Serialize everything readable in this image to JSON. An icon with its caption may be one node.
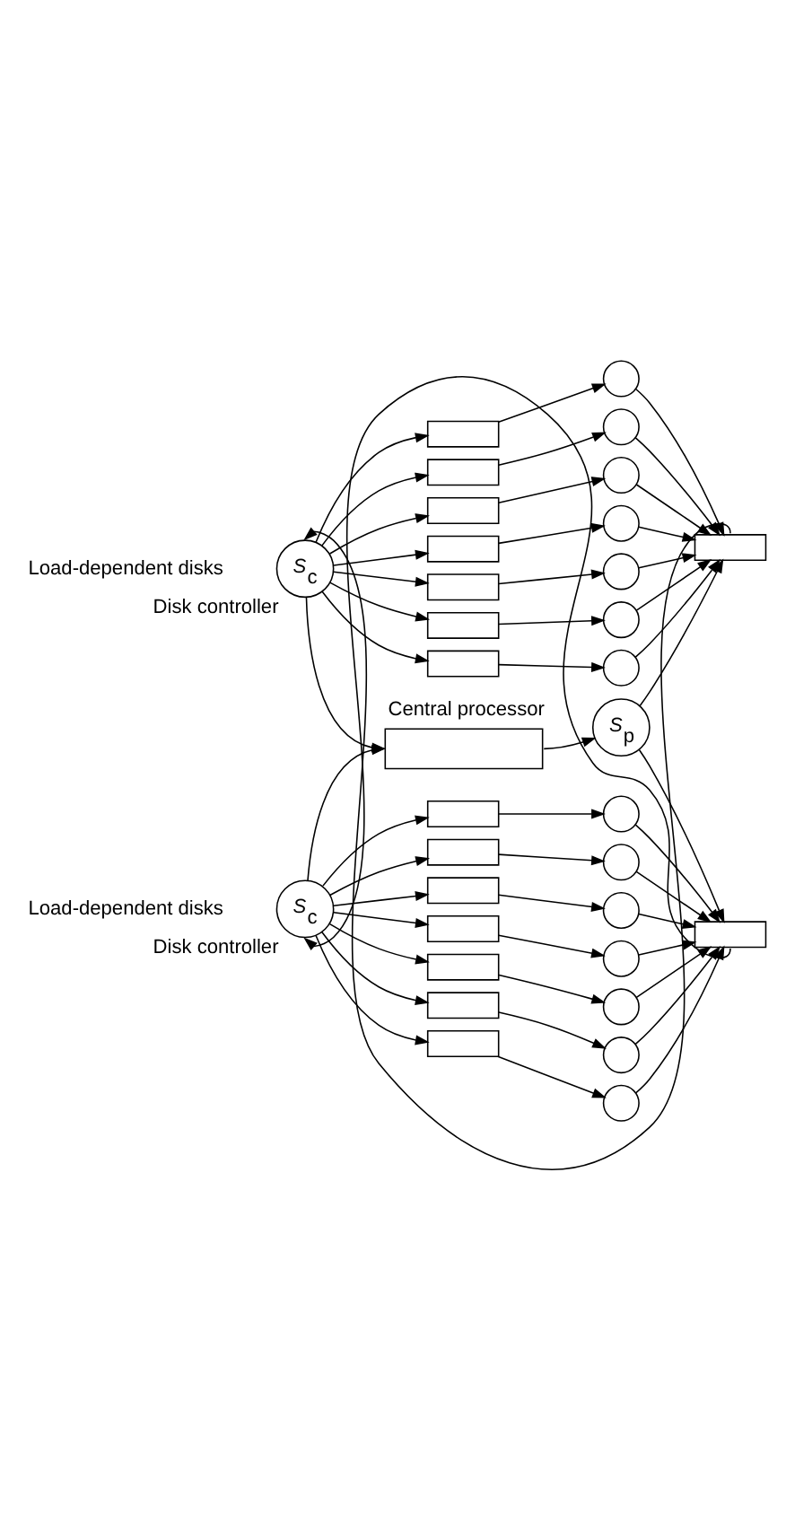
{
  "diagram": {
    "nodes": [
      {
        "text": [],
        "shape": "box"
      },
      {
        "text": [],
        "shape": "circle"
      },
      {
        "text": [],
        "shape": "box"
      },
      {
        "text": [],
        "shape": "circle"
      },
      {
        "text": [],
        "shape": "box"
      },
      {
        "text": [],
        "shape": "circle"
      },
      {
        "text": [],
        "shape": "box"
      },
      {
        "text": [],
        "shape": "circle"
      },
      {
        "text": [],
        "shape": "box"
      },
      {
        "text": [],
        "shape": "circle"
      },
      {
        "text": [],
        "shape": "box"
      },
      {
        "text": [],
        "shape": "circle"
      },
      {
        "text": [],
        "shape": "box"
      },
      {
        "text": [],
        "shape": "circle"
      },
      {
        "text": [
          "*S*$_{c}$"
        ],
        "beside": [
          "Disk controller"
        ]
      },
      {
        "text": [],
        "shape": "box"
      },
      {
        "text": [],
        "shape": "box",
        "beside": [
          "Central processor"
        ]
      },
      {
        "text": [
          "*S*$_{p}$"
        ]
      },
      {
        "text": [
          "*S*$_{c}$"
        ],
        "beside": [
          "Disk controller"
        ]
      },
      {
        "text": [],
        "shape": "box"
      },
      {
        "text": [],
        "shape": "box"
      },
      {
        "text": [],
        "shape": "circle"
      },
      {
        "text": [],
        "shape": "box"
      },
      {
        "text": [],
        "shape": "circle"
      },
      {
        "text": [],
        "shape": "box"
      },
      {
        "text": [],
        "shape": "circle"
      },
      {
        "text": [],
        "shape": "box"
      },
      {
        "text": [],
        "shape": "circle"
      },
      {
        "text": [],
        "shape": "box"
      },
      {
        "text": [],
        "shape": "circle"
      },
      {
        "text": [],
        "shape": "box"
      },
      {
        "text": [],
        "shape": "circle"
      },
      {
        "text": [],
        "shape": "box"
      },
      {
        "text": [],
        "shape": "circle"
      }
    ],
    "edges": [
      {
        "from": 14,
        "to": 0,
        "arrow": "to"
      },
      {
        "from": 14,
        "to": 2,
        "arrow": "to"
      },
      {
        "from": 14,
        "to": 4,
        "arrow": "to"
      },
      {
        "from": 14,
        "to": 6,
        "arrow": "to"
      },
      {
        "from": 14,
        "to": 8,
        "arrow": "to"
      },
      {
        "from": 14,
        "to": 10,
        "arrow": "to"
      },
      {
        "from": 14,
        "to": 12,
        "arrow": "to"
      },
      {
        "from": 0,
        "to": 1,
        "arrow": "to"
      },
      {
        "from": 2,
        "to": 3,
        "arrow": "to"
      },
      {
        "from": 4,
        "to": 5,
        "arrow": "to"
      },
      {
        "from": 6,
        "to": 7,
        "arrow": "to"
      },
      {
        "from": 8,
        "to": 9,
        "arrow": "to"
      },
      {
        "from": 10,
        "to": 11,
        "arrow": "to"
      },
      {
        "from": 12,
        "to": 13,
        "arrow": "to"
      },
      {
        "from": 1,
        "to": 15,
        "arrow": "to"
      },
      {
        "from": 3,
        "to": 15,
        "arrow": "to"
      },
      {
        "from": 5,
        "to": 15,
        "arrow": "to"
      },
      {
        "from": 7,
        "to": 15,
        "arrow": "to"
      },
      {
        "from": 9,
        "to": 15,
        "arrow": "to"
      },
      {
        "from": 11,
        "to": 15,
        "arrow": "to"
      },
      {
        "from": 13,
        "to": 15,
        "arrow": "to"
      },
      {
        "from": 15,
        "to": 14,
        "arrow": "to"
      },
      {
        "from": 14,
        "to": 16,
        "arrow": "to"
      },
      {
        "from": 18,
        "to": 16,
        "arrow": "to"
      },
      {
        "from": 16,
        "to": 17,
        "arrow": "to"
      },
      {
        "from": 17,
        "to": 15,
        "arrow": "to"
      },
      {
        "from": 17,
        "to": 19,
        "arrow": "to"
      },
      {
        "from": 19,
        "to": 18,
        "arrow": "to"
      },
      {
        "from": 18,
        "to": 20,
        "arrow": "to"
      },
      {
        "from": 18,
        "to": 22,
        "arrow": "to"
      },
      {
        "from": 18,
        "to": 24,
        "arrow": "to"
      },
      {
        "from": 18,
        "to": 26,
        "arrow": "to"
      },
      {
        "from": 18,
        "to": 28,
        "arrow": "to"
      },
      {
        "from": 18,
        "to": 30,
        "arrow": "to"
      },
      {
        "from": 18,
        "to": 32,
        "arrow": "to"
      },
      {
        "from": 20,
        "to": 21,
        "arrow": "to"
      },
      {
        "from": 22,
        "to": 23,
        "arrow": "to"
      },
      {
        "from": 24,
        "to": 25,
        "arrow": "to"
      },
      {
        "from": 26,
        "to": 27,
        "arrow": "to"
      },
      {
        "from": 28,
        "to": 29,
        "arrow": "to"
      },
      {
        "from": 30,
        "to": 31,
        "arrow": "to"
      },
      {
        "from": 32,
        "to": 33,
        "arrow": "to"
      },
      {
        "from": 21,
        "to": 19,
        "arrow": "to"
      },
      {
        "from": 23,
        "to": 19,
        "arrow": "to"
      },
      {
        "from": 25,
        "to": 19,
        "arrow": "to"
      },
      {
        "from": 27,
        "to": 19,
        "arrow": "to"
      },
      {
        "from": 29,
        "to": 19,
        "arrow": "to"
      },
      {
        "from": 31,
        "to": 19,
        "arrow": "to"
      },
      {
        "from": 33,
        "to": 19,
        "arrow": "to"
      }
    ],
    "labels": [
      "Load-dependent disks",
      "Load-dependent disks"
    ]
  }
}
